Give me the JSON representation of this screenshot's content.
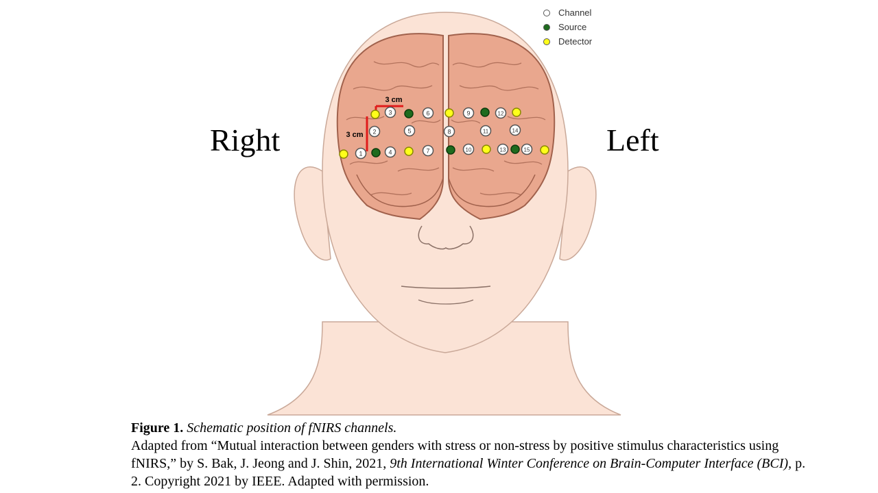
{
  "side_labels": {
    "right": "Right",
    "left": "Left"
  },
  "legend": [
    {
      "label": "Channel",
      "color": "#ffffff"
    },
    {
      "label": "Source",
      "color": "#1e6b1e"
    },
    {
      "label": "Detector",
      "color": "#ffff1a"
    }
  ],
  "measurements": {
    "horizontal": "3 cm",
    "vertical": "3 cm"
  },
  "colors": {
    "skin": "#fbe3d6",
    "skin_outline": "#c9a898",
    "brain": "#e9a78e",
    "brain_outline": "#a0614c",
    "measure_line": "#e01b1b",
    "source": "#1e6b1e",
    "detector": "#ffff1a"
  },
  "channels": [
    "1",
    "2",
    "3",
    "4",
    "5",
    "6",
    "7",
    "8",
    "9",
    "10",
    "11",
    "12",
    "13",
    "14",
    "15"
  ],
  "caption": {
    "figure_label": "Figure 1.",
    "figure_title": "Schematic position of fNIRS channels.",
    "line_prefix": "Adapted from “Mutual interaction between genders with stress or non-stress by positive stimulus characteristics using fNIRS,” by S. Bak, J. Jeong and J. Shin, 2021, ",
    "venue": "9th International Winter Conference on Brain-Computer Interface (BCI),",
    "line_suffix": " p. 2. Copyright 2021 by IEEE. Adapted with permission."
  }
}
